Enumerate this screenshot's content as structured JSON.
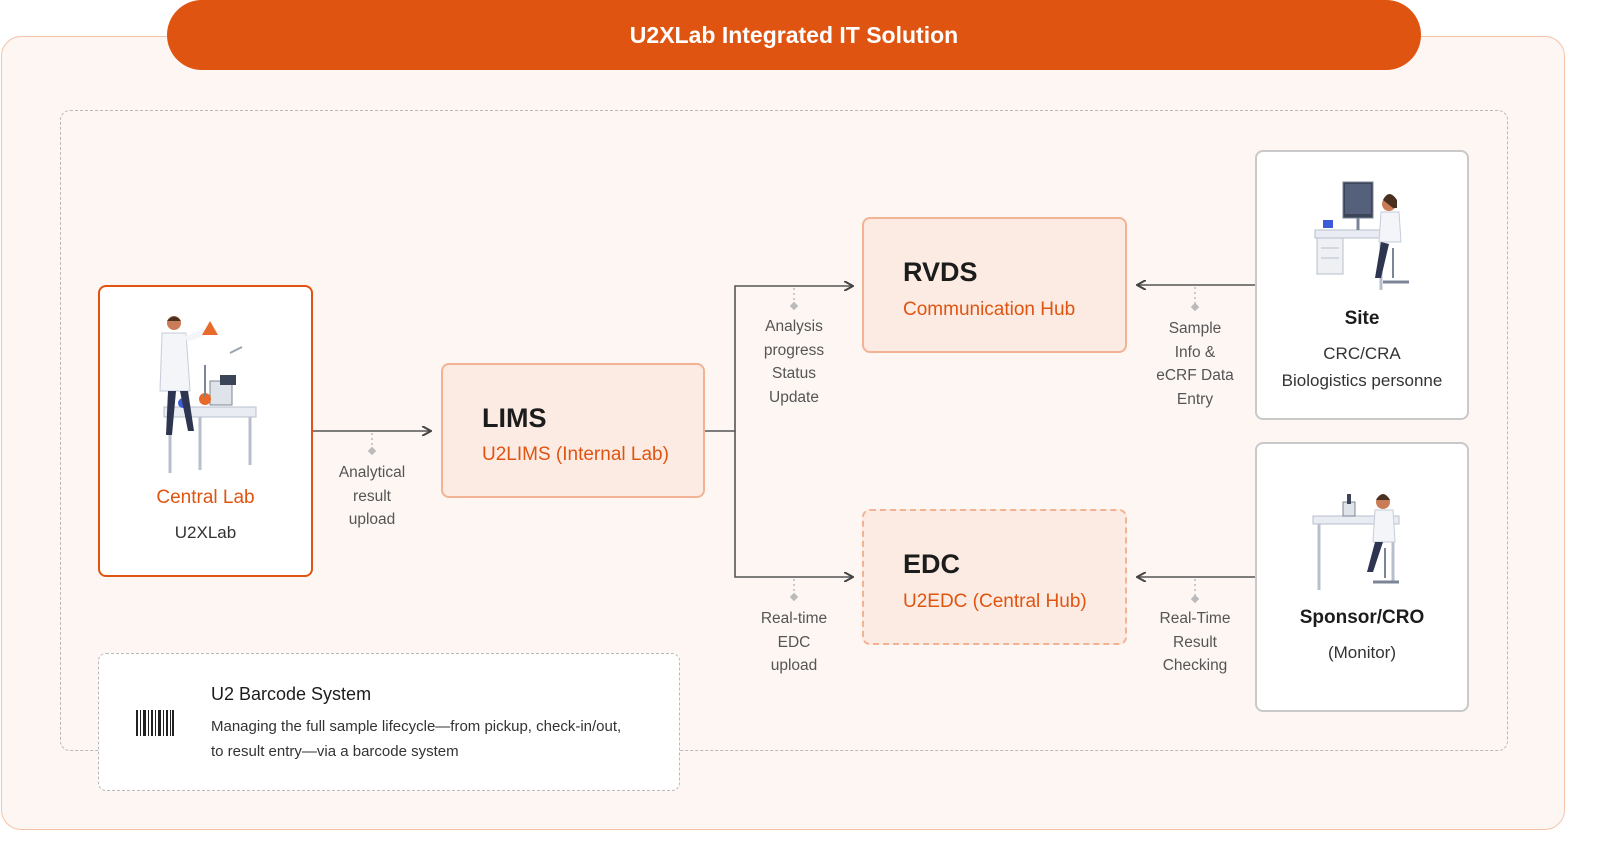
{
  "banner": {
    "title": "U2XLab Integrated IT Solution"
  },
  "central_lab": {
    "title": "Central Lab",
    "subtitle": "U2XLab"
  },
  "lims": {
    "title": "LIMS",
    "subtitle": "U2LIMS (Internal Lab)"
  },
  "rvds": {
    "title": "RVDS",
    "subtitle": "Communication Hub"
  },
  "edc": {
    "title": "EDC",
    "subtitle": "U2EDC (Central Hub)"
  },
  "site": {
    "title": "Site",
    "line1": "CRC/CRA",
    "line2": "Biologistics personne"
  },
  "sponsor": {
    "title": "Sponsor/CRO",
    "subtitle": "(Monitor)"
  },
  "flows": {
    "analytical": [
      "Analytical",
      "result",
      "upload"
    ],
    "analysis_progress": [
      "Analysis",
      "progress",
      "Status",
      "Update"
    ],
    "realtime_edc": [
      "Real-time",
      "EDC",
      "upload"
    ],
    "sample_info": [
      "Sample",
      "Info &",
      "eCRF Data",
      "Entry"
    ],
    "realtime_result": [
      "Real-Time",
      "Result",
      "Checking"
    ]
  },
  "barcode": {
    "title": "U2 Barcode System",
    "desc_line1": "Managing the full sample lifecycle—from pickup, check-in/out,",
    "desc_line2": "to result entry—via a barcode system"
  },
  "colors": {
    "accent": "#e05411",
    "hub_fill": "#fcebe2",
    "background": "#fdf6f3"
  }
}
